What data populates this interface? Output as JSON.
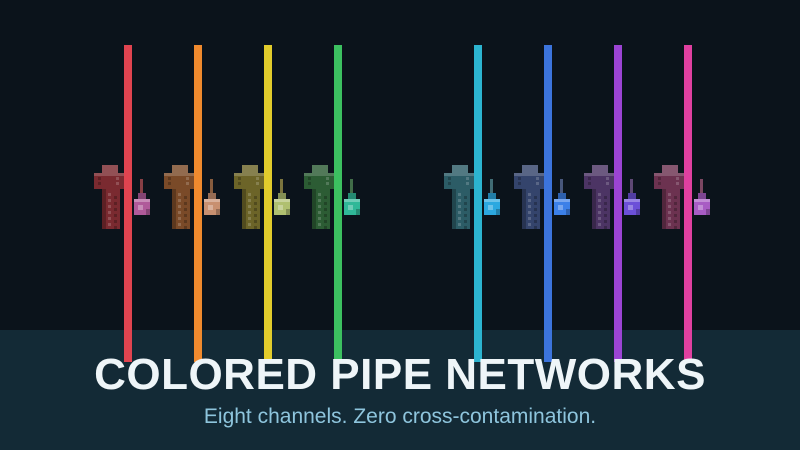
{
  "banner": {
    "title": "COLORED PIPE NETWORKS",
    "subtitle": "Eight channels. Zero cross-contamination."
  },
  "channels": [
    {
      "id": "red",
      "pipe_color": "#e04450",
      "body_color": "#7a2a30",
      "flask_color": "#b05a9a"
    },
    {
      "id": "orange",
      "pipe_color": "#f08a2e",
      "body_color": "#7a4a28",
      "flask_color": "#c89070"
    },
    {
      "id": "yellow",
      "pipe_color": "#e2cc2c",
      "body_color": "#6c6428",
      "flask_color": "#b0c070"
    },
    {
      "id": "green",
      "pipe_color": "#3cc060",
      "body_color": "#2c5c34",
      "flask_color": "#30b898"
    },
    {
      "id": "cyan",
      "pipe_color": "#2cb4d0",
      "body_color": "#2c5c66",
      "flask_color": "#2ca8e0"
    },
    {
      "id": "blue",
      "pipe_color": "#3c74dc",
      "body_color": "#34446c",
      "flask_color": "#3c80e8"
    },
    {
      "id": "purple",
      "pipe_color": "#9c44d4",
      "body_color": "#4c3464",
      "flask_color": "#6c50d8"
    },
    {
      "id": "pink",
      "pipe_color": "#e040a0",
      "body_color": "#6c3250",
      "flask_color": "#a85cc4"
    }
  ]
}
